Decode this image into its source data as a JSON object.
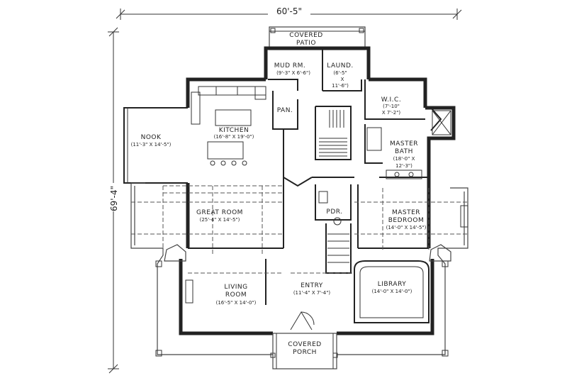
{
  "dimensions": {
    "width": "60'-5\"",
    "depth": "69'-4\""
  },
  "rooms": {
    "covered_patio": {
      "name_line1": "COVERED",
      "name_line2": "PATIO"
    },
    "mud_room": {
      "name": "MUD RM.",
      "dims": "(9'-3\" X 6'-6\")"
    },
    "laundry": {
      "name": "LAUND.",
      "dims_line1": "(6'-5\"",
      "dims_line2": "X",
      "dims_line3": "11'-6\")"
    },
    "wic": {
      "name": "W.I.C.",
      "dims_line1": "(7'-10\"",
      "dims_line2": "X 7'-2\")"
    },
    "pantry": {
      "name": "PAN."
    },
    "kitchen": {
      "name": "KITCHEN",
      "dims": "(16'-8\" X 19'-0\")"
    },
    "nook": {
      "name": "NOOK",
      "dims": "(11'-3\" X 14'-5\")"
    },
    "master_bath": {
      "name_line1": "MASTER",
      "name_line2": "BATH",
      "dims_line1": "(18'-0\" X",
      "dims_line2": "12'-3\")"
    },
    "great_room": {
      "name": "GREAT ROOM",
      "dims": "(25'-4\" X 14'-5\")"
    },
    "powder": {
      "name": "PDR."
    },
    "master_bedroom": {
      "name_line1": "MASTER",
      "name_line2": "BEDROOM",
      "dims": "(14'-0\" X 14'-5\")"
    },
    "living_room": {
      "name_line1": "LIVING",
      "name_line2": "ROOM",
      "dims": "(16'-5\" X 14'-0\")"
    },
    "entry": {
      "name": "ENTRY",
      "dims": "(11'-4\" X 7'-4\")"
    },
    "library": {
      "name": "LIBRARY",
      "dims": "(14'-0\" X 14'-0\")"
    },
    "covered_porch": {
      "name_line1": "COVERED",
      "name_line2": "PORCH"
    }
  }
}
